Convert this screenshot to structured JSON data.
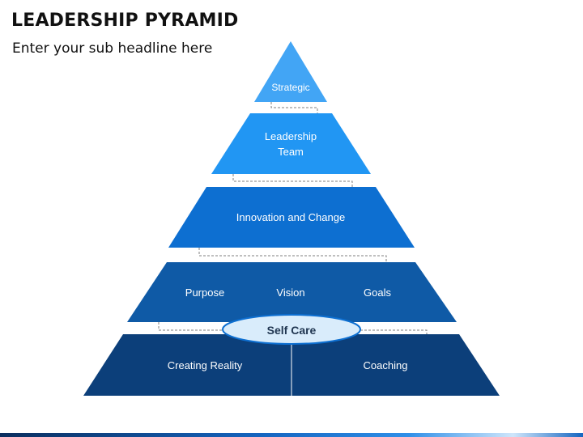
{
  "header": {
    "title": "LEADERSHIP PYRAMID",
    "subtitle": "Enter your sub headline here"
  },
  "pyramid": {
    "level1": {
      "label": "Strategic"
    },
    "level2": {
      "label_line1": "Leadership",
      "label_line2": "Team"
    },
    "level3": {
      "label": "Innovation and Change"
    },
    "level4": {
      "items": [
        "Purpose",
        "Vision",
        "Goals"
      ]
    },
    "center": {
      "label": "Self Care"
    },
    "level5": {
      "left": "Creating Reality",
      "right": "Coaching"
    }
  },
  "colors": {
    "level1": "#42a5f5",
    "level2": "#2196f3",
    "level3": "#0d6fd1",
    "level4": "#0f5aa6",
    "level5": "#0c3f7a",
    "ellipse_fill": "#d9ecfb",
    "ellipse_stroke": "#0d6fd1",
    "connector": "#7f7f7f"
  }
}
